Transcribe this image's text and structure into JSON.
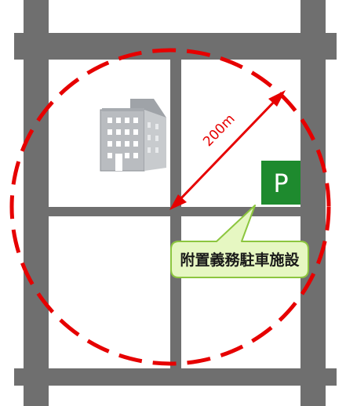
{
  "distance_label": "200m",
  "parking_sign": {
    "letter": "P"
  },
  "callout": {
    "text": "附置義務駐車施設"
  },
  "colors": {
    "road": "#6f6f6f",
    "radius_circle": "#e60000",
    "measure_arrow": "#e60000",
    "distance_text": "#e60000",
    "parking_sign_bg": "#1e8a2e",
    "parking_sign_text": "#ffffff",
    "callout_fill": "#e6f7c2",
    "callout_border": "#8cc63f",
    "callout_text": "#1a1a1a",
    "building": "#b9bcc0"
  },
  "icons": {
    "building": "office-building-icon",
    "parking": "parking-sign-icon"
  }
}
